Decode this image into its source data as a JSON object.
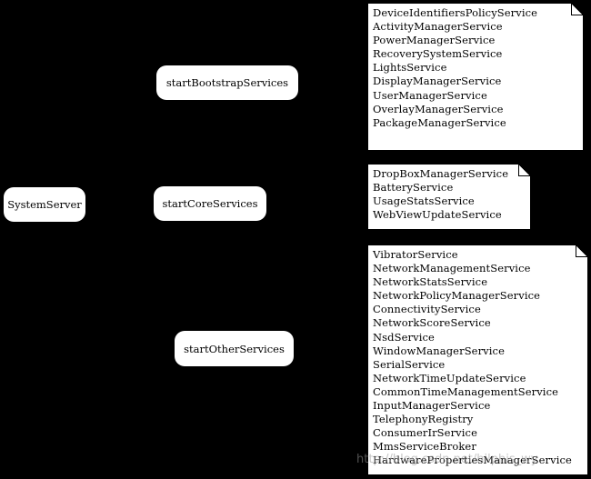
{
  "nodes": {
    "system_server": "SystemServer",
    "bootstrap": "startBootstrapServices",
    "core": "startCoreServices",
    "other": "startOtherServices"
  },
  "notes": {
    "bootstrap_services": [
      "DeviceIdentifiersPolicyService",
      "ActivityManagerService",
      "PowerManagerService",
      "RecoverySystemService",
      "LightsService",
      "DisplayManagerService",
      "UserManagerService",
      "OverlayManagerService",
      "PackageManagerService"
    ],
    "core_services": [
      "DropBoxManagerService",
      "BatteryService",
      "UsageStatsService",
      "WebViewUpdateService"
    ],
    "other_services": [
      "VibratorService",
      "NetworkManagementService",
      "NetworkStatsService",
      "NetworkPolicyManagerService",
      "ConnectivityService",
      "NetworkScoreService",
      "NsdService",
      "WindowManagerService",
      "SerialService",
      "NetworkTimeUpdateService",
      "CommonTimeManagementService",
      "InputManagerService",
      "TelephonyRegistry",
      "ConsumerIrService",
      "MmsServiceBroker",
      "HardwarePropertiesManagerService"
    ]
  },
  "watermark": "http://blog.csdn.net/hilphis_wy",
  "colors": {
    "background": "#000000",
    "box": "#ffffff",
    "text": "#000000"
  }
}
